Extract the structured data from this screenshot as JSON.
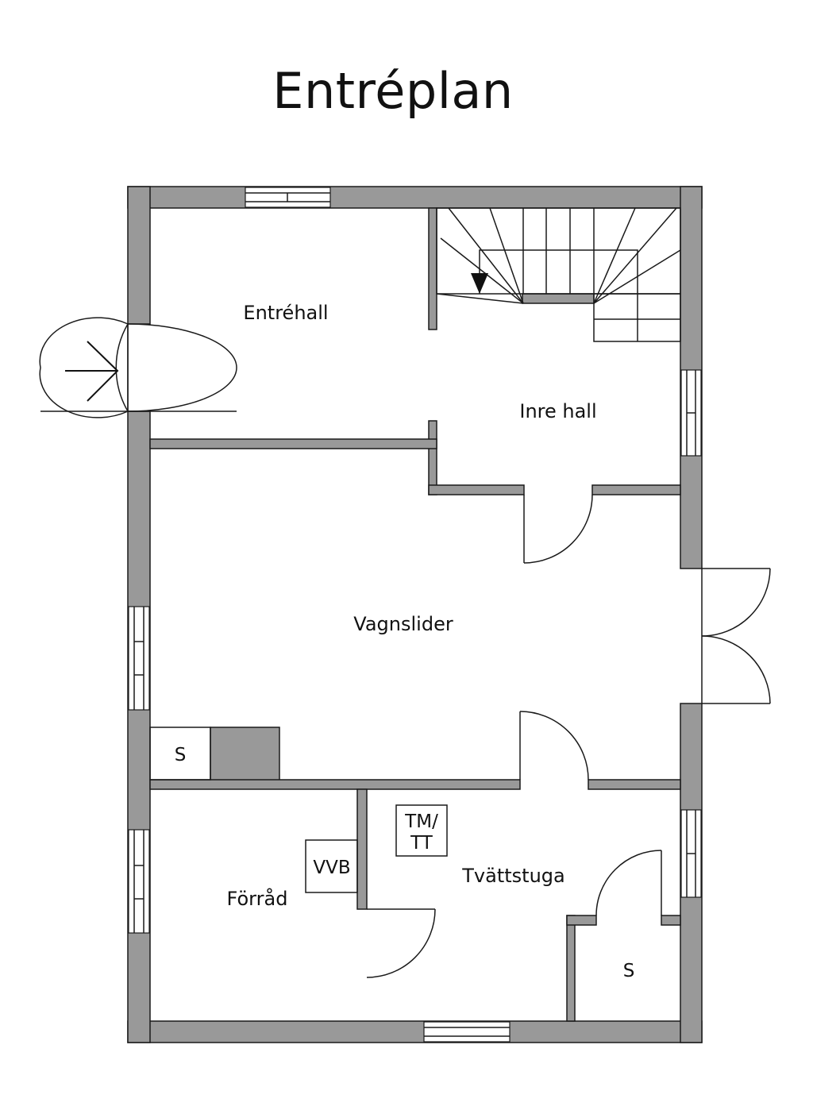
{
  "title": "Entréplan",
  "rooms": {
    "entrehall": "Entréhall",
    "inre_hall": "Inre hall",
    "vagnslider": "Vagnslider",
    "forrad": "Förråd",
    "tvattstuga": "Tvättstuga"
  },
  "fixtures": {
    "storage_left": "S",
    "storage_right": "S",
    "water_heater": "VVB",
    "washer_line1": "TM/",
    "washer_line2": "TT"
  },
  "colors": {
    "wall": "#999999",
    "line": "#1a1a1a",
    "background": "#ffffff"
  }
}
